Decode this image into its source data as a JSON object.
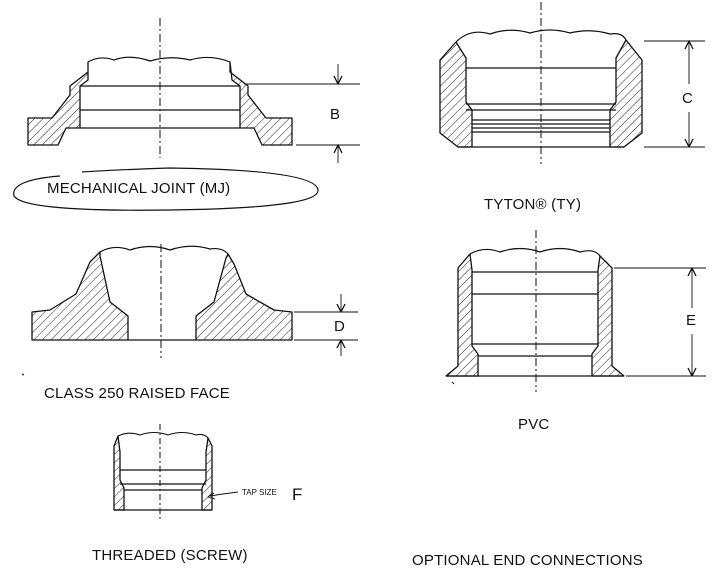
{
  "labels": {
    "mj": "MECHANICAL JOINT (MJ)",
    "tyton": "TYTON® (TY)",
    "class250": "CLASS 250 RAISED FACE",
    "pvc": "PVC",
    "threaded": "THREADED (SCREW)",
    "optional": "OPTIONAL END CONNECTIONS"
  },
  "dimensions": {
    "b": "B",
    "c": "C",
    "d": "D",
    "e": "E",
    "f": "F",
    "tap": "TAP SIZE"
  }
}
